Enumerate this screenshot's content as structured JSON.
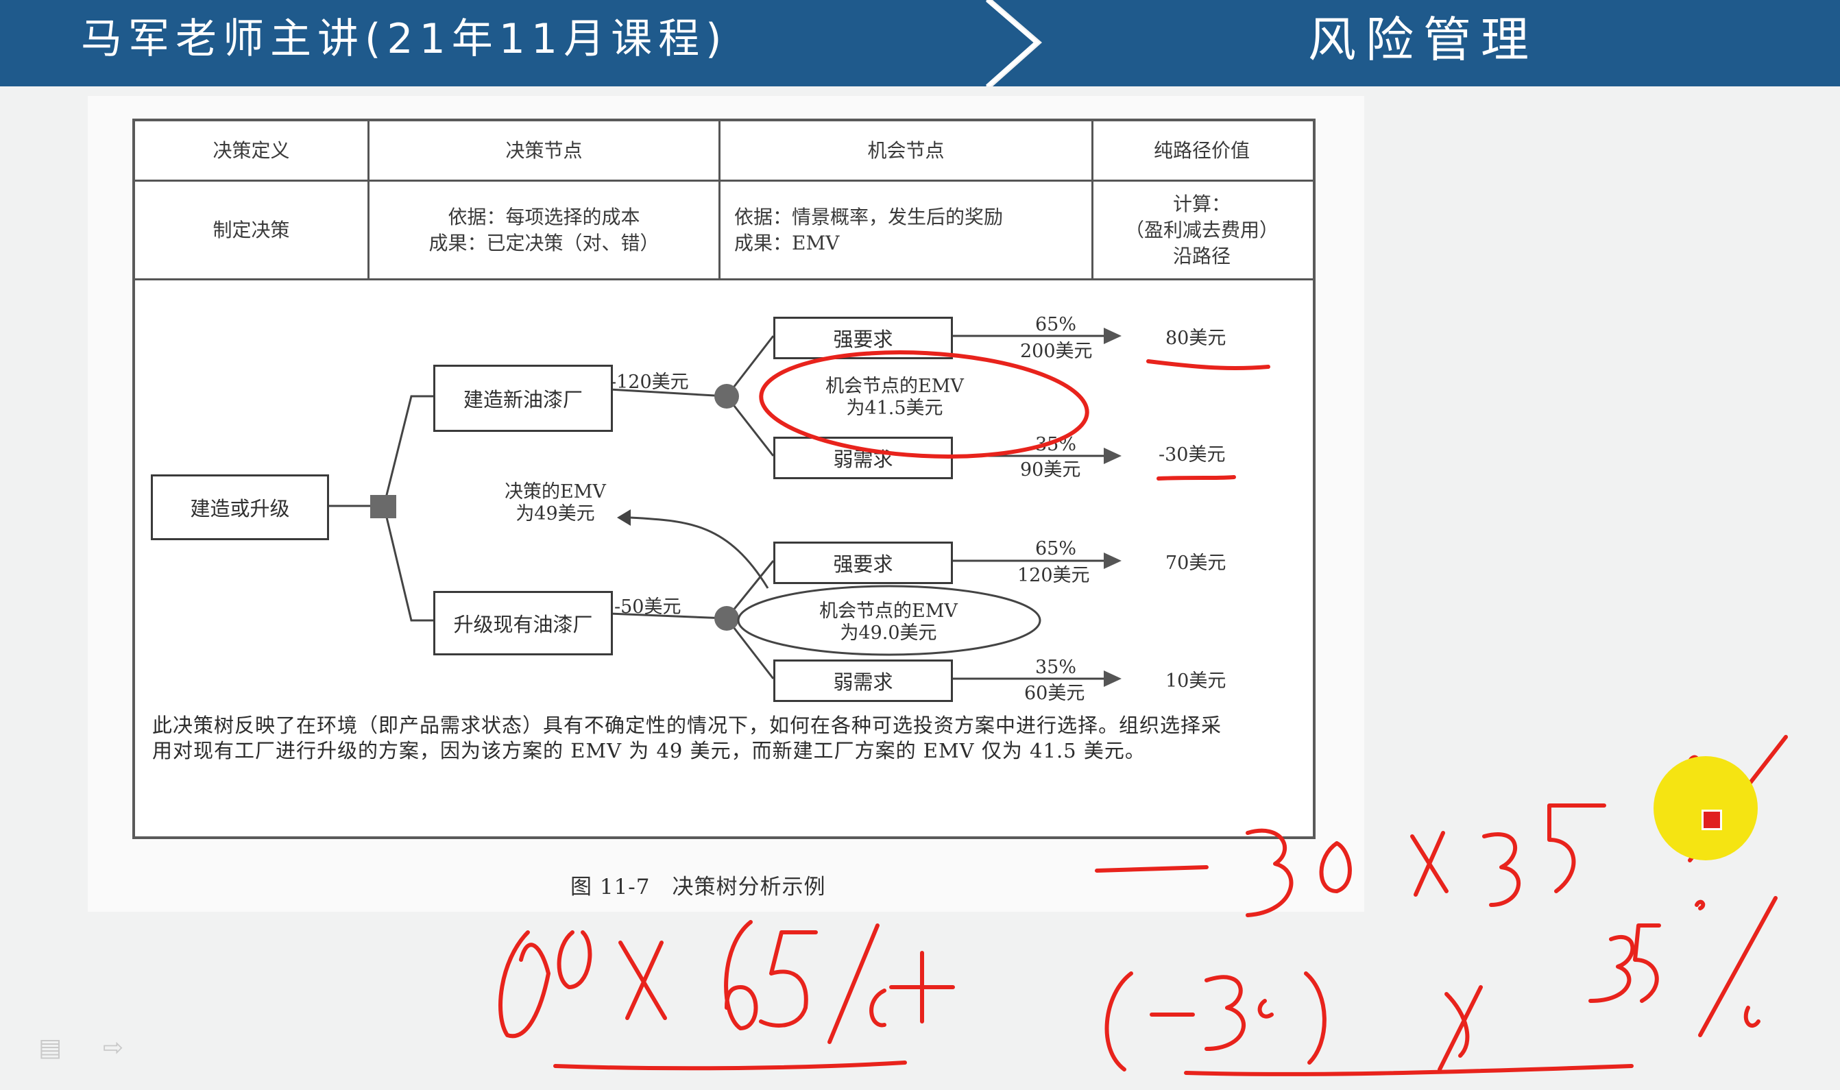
{
  "banner": {
    "title": "马军老师主讲(21年11月课程)",
    "section": "风险管理",
    "color": "#1f5a8c"
  },
  "table": {
    "headers": [
      "决策定义",
      "决策节点",
      "机会节点",
      "纯路径价值"
    ],
    "row": {
      "definition": "制定决策",
      "decision_node": [
        "依据：每项选择的成本",
        "成果：已定决策（对、错）"
      ],
      "chance_node": [
        "依据：情景概率，发生后的奖励",
        "成果：EMV"
      ],
      "path_value": [
        "计算：",
        "（盈利减去费用）",
        "沿路径"
      ]
    }
  },
  "tree": {
    "root": "建造或升级",
    "decision_emv": [
      "决策的EMV",
      "为49美元"
    ],
    "branches": [
      {
        "name": "建造新油漆厂",
        "cost": "-120美元",
        "emv": [
          "机会节点的EMV",
          "为41.5美元"
        ],
        "outcomes": [
          {
            "label": "强要求",
            "prob": "65%",
            "reward": "200美元",
            "value": "80美元"
          },
          {
            "label": "弱需求",
            "prob": "35%",
            "reward": "90美元",
            "value": "-30美元"
          }
        ]
      },
      {
        "name": "升级现有油漆厂",
        "cost": "-50美元",
        "emv": [
          "机会节点的EMV",
          "为49.0美元"
        ],
        "outcomes": [
          {
            "label": "强要求",
            "prob": "65%",
            "reward": "120美元",
            "value": "70美元"
          },
          {
            "label": "弱需求",
            "prob": "35%",
            "reward": "60美元",
            "value": "10美元"
          }
        ]
      }
    ]
  },
  "note": "此决策树反映了在环境（即产品需求状态）具有不确定性的情况下，如何在各种可选投资方案中进行选择。组织选择采用对现有工厂进行升级的方案，因为该方案的 EMV 为 49 美元，而新建工厂方案的 EMV 仅为 41.5 美元。",
  "caption": "图 11-7　决策树分析示例",
  "annotations": {
    "ink_color": "#e8231c",
    "pen_color": "#f5e412"
  },
  "controls": [
    "menu-icon",
    "next-arrow-icon"
  ]
}
